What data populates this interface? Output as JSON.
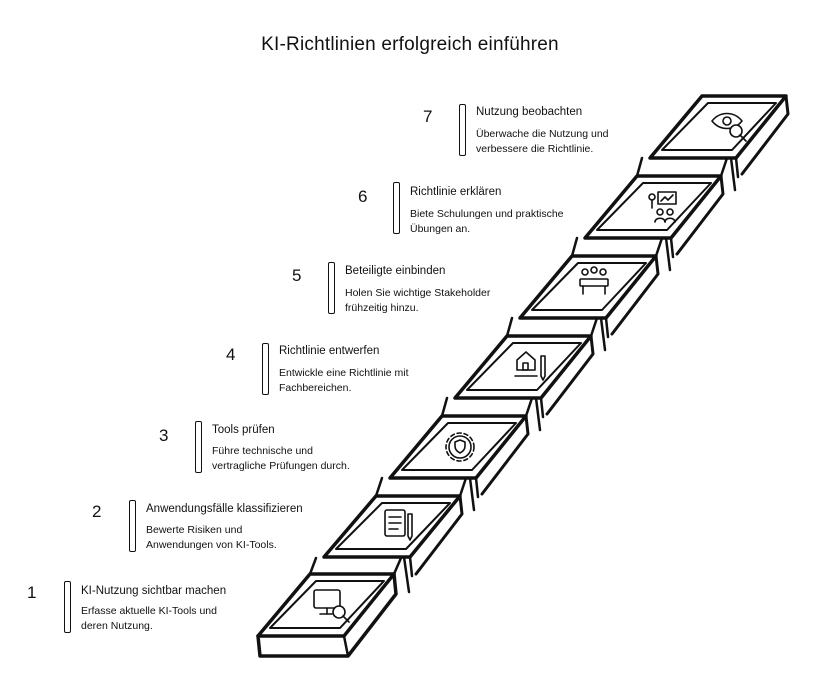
{
  "title": "KI-Richtlinien erfolgreich einführen",
  "steps": [
    {
      "number": "1",
      "title": "KI-Nutzung sichtbar machen",
      "desc_line1": "Erfasse aktuelle KI-Tools und",
      "desc_line2": "deren Nutzung.",
      "icon": "monitor-search-icon"
    },
    {
      "number": "2",
      "title": "Anwendungsfälle klassifizieren",
      "desc_line1": "Bewerte Risiken und",
      "desc_line2": "Anwendungen von KI-Tools.",
      "icon": "checklist-pen-icon"
    },
    {
      "number": "3",
      "title": "Tools prüfen",
      "desc_line1": "Führe technische und",
      "desc_line2": "vertragliche Prüfungen durch.",
      "icon": "gear-shield-icon"
    },
    {
      "number": "4",
      "title": "Richtlinie entwerfen",
      "desc_line1": "Entwickle eine Richtlinie mit",
      "desc_line2": "Fachbereichen.",
      "icon": "blueprint-house-icon"
    },
    {
      "number": "5",
      "title": "Beteiligte einbinden",
      "desc_line1": "Holen Sie wichtige Stakeholder",
      "desc_line2": "frühzeitig hinzu.",
      "icon": "meeting-table-icon"
    },
    {
      "number": "6",
      "title": "Richtlinie erklären",
      "desc_line1": "Biete Schulungen und praktische",
      "desc_line2": "Übungen an.",
      "icon": "training-presentation-icon"
    },
    {
      "number": "7",
      "title": "Nutzung beobachten",
      "desc_line1": "Überwache die Nutzung und",
      "desc_line2": "verbessere die Richtlinie.",
      "icon": "eye-magnifier-icon"
    }
  ],
  "colors": {
    "ink": "#111111",
    "paper": "#ffffff"
  }
}
